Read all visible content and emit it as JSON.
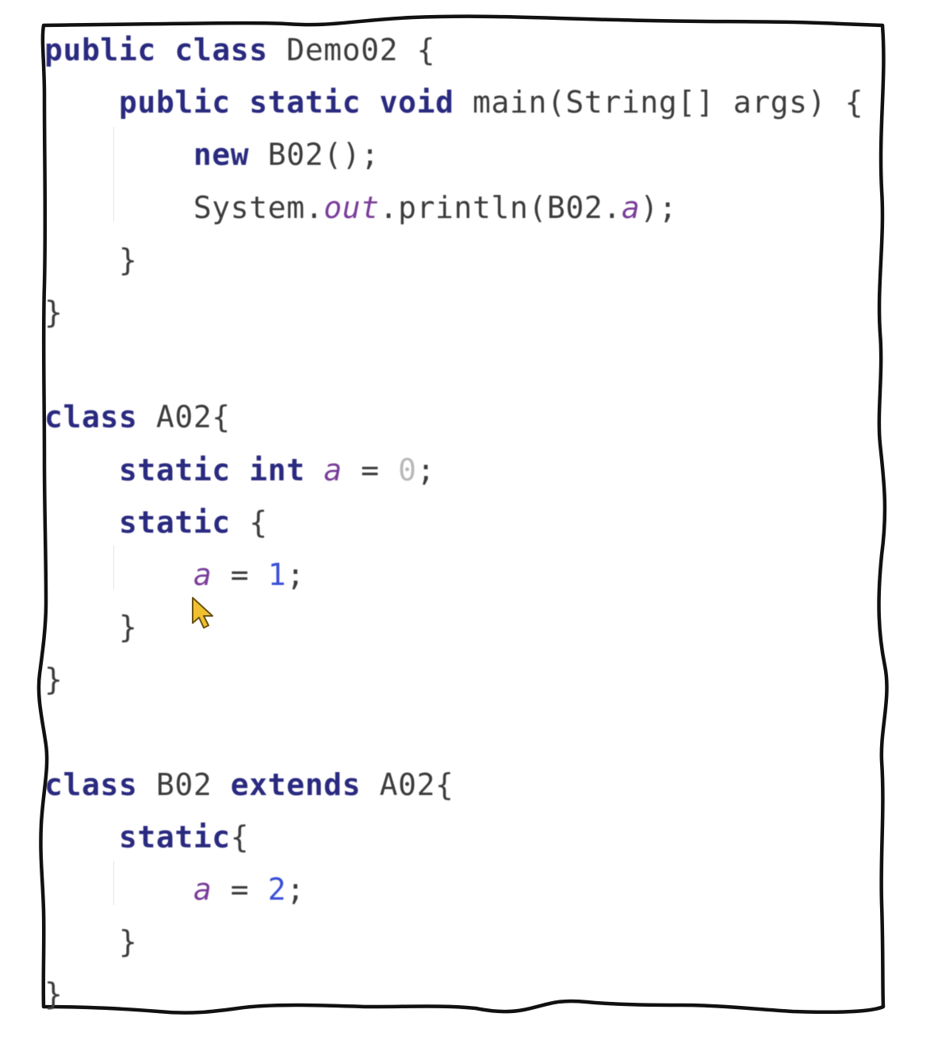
{
  "editor": {
    "colors": {
      "keyword": "#2a2a80",
      "field": "#7a3d9a",
      "number": "#3a4fd8",
      "unused_number": "#b8b8b8",
      "text": "#3c3c3c",
      "frame": "#111111",
      "cursor": "#f0c030"
    },
    "lines": [
      {
        "indent": 0,
        "tokens": [
          {
            "t": "kw",
            "v": "public"
          },
          {
            "t": "plain",
            "v": " "
          },
          {
            "t": "kw",
            "v": "class"
          },
          {
            "t": "plain",
            "v": " Demo02 {"
          }
        ]
      },
      {
        "indent": 1,
        "tokens": [
          {
            "t": "kw",
            "v": "public"
          },
          {
            "t": "plain",
            "v": " "
          },
          {
            "t": "kw",
            "v": "static"
          },
          {
            "t": "plain",
            "v": " "
          },
          {
            "t": "kw",
            "v": "void"
          },
          {
            "t": "plain",
            "v": " main(String[] args) {"
          }
        ]
      },
      {
        "indent": 2,
        "tokens": [
          {
            "t": "kw",
            "v": "new"
          },
          {
            "t": "plain",
            "v": " B02();"
          }
        ]
      },
      {
        "indent": 2,
        "tokens": [
          {
            "t": "plain",
            "v": "System."
          },
          {
            "t": "field",
            "v": "out"
          },
          {
            "t": "plain",
            "v": ".println(B02."
          },
          {
            "t": "field",
            "v": "a"
          },
          {
            "t": "plain",
            "v": ");"
          }
        ]
      },
      {
        "indent": 1,
        "tokens": [
          {
            "t": "plain",
            "v": "}"
          }
        ]
      },
      {
        "indent": 0,
        "tokens": [
          {
            "t": "plain",
            "v": "}"
          }
        ]
      },
      {
        "indent": 0,
        "tokens": []
      },
      {
        "indent": 0,
        "tokens": [
          {
            "t": "kw",
            "v": "class"
          },
          {
            "t": "plain",
            "v": " A02{"
          }
        ]
      },
      {
        "indent": 1,
        "tokens": [
          {
            "t": "kw",
            "v": "static"
          },
          {
            "t": "plain",
            "v": " "
          },
          {
            "t": "kw",
            "v": "int"
          },
          {
            "t": "plain",
            "v": " "
          },
          {
            "t": "field",
            "v": "a"
          },
          {
            "t": "plain",
            "v": " = "
          },
          {
            "t": "num-dim",
            "v": "0"
          },
          {
            "t": "plain",
            "v": ";"
          }
        ]
      },
      {
        "indent": 1,
        "tokens": [
          {
            "t": "kw",
            "v": "static"
          },
          {
            "t": "plain",
            "v": " {"
          }
        ]
      },
      {
        "indent": 2,
        "tokens": [
          {
            "t": "field",
            "v": "a"
          },
          {
            "t": "plain",
            "v": " = "
          },
          {
            "t": "num",
            "v": "1"
          },
          {
            "t": "plain",
            "v": ";"
          }
        ]
      },
      {
        "indent": 1,
        "tokens": [
          {
            "t": "plain",
            "v": "}"
          }
        ]
      },
      {
        "indent": 0,
        "tokens": [
          {
            "t": "plain",
            "v": "}"
          }
        ]
      },
      {
        "indent": 0,
        "tokens": []
      },
      {
        "indent": 0,
        "tokens": [
          {
            "t": "kw",
            "v": "class"
          },
          {
            "t": "plain",
            "v": " B02 "
          },
          {
            "t": "kw",
            "v": "extends"
          },
          {
            "t": "plain",
            "v": " A02{"
          }
        ]
      },
      {
        "indent": 1,
        "tokens": [
          {
            "t": "kw",
            "v": "static"
          },
          {
            "t": "plain",
            "v": "{"
          }
        ]
      },
      {
        "indent": 2,
        "tokens": [
          {
            "t": "field",
            "v": "a"
          },
          {
            "t": "plain",
            "v": " = "
          },
          {
            "t": "num",
            "v": "2"
          },
          {
            "t": "plain",
            "v": ";"
          }
        ]
      },
      {
        "indent": 1,
        "tokens": [
          {
            "t": "plain",
            "v": "}"
          }
        ]
      },
      {
        "indent": 0,
        "tokens": [
          {
            "t": "plain",
            "v": "}"
          }
        ]
      }
    ]
  },
  "cursor": {
    "icon": "mouse-pointer-icon",
    "color": "#f0c030"
  }
}
